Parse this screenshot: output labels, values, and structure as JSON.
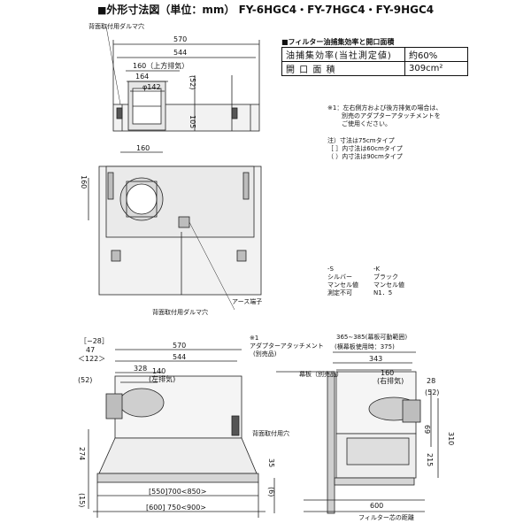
{
  "title": {
    "marker": "■",
    "label": "外形寸法図（単位：mm）",
    "models": "FY-6HGC4・FY-7HGC4・FY-9HGC4"
  },
  "spec_table": {
    "title": "■フィルター油捕集効率と開口面積",
    "rows": [
      {
        "label": "油捕集効率(当社測定値)",
        "value": "約60%"
      },
      {
        "label": "開 口 面 積",
        "value": "309cm²"
      }
    ]
  },
  "notes": {
    "note1": [
      "※1：左右側方および後方排気の場合は、",
      "別売のアダプターアタッチメントを",
      "ご使用ください。"
    ],
    "note2": [
      "注）寸法は75cmタイプ",
      "［ ］内寸法は60cmタイプ",
      "（ ）内寸法は90cmタイプ"
    ],
    "colors": {
      "col1": [
        "-S",
        "シルバー",
        "マンセル値",
        "測定不可"
      ],
      "col2": [
        "-K",
        "ブラック",
        "マンセル値",
        "N1．5"
      ]
    }
  },
  "top_view": {
    "label_rear_hole": "背面取付用ダルマ穴",
    "dims": {
      "w570": "570",
      "w544": "544",
      "w160": "160（上方排気）",
      "w164": "164",
      "phi142": "φ142",
      "h52": "(52)",
      "h105": "105"
    }
  },
  "plan_view": {
    "dims": {
      "w160": "160",
      "h160": "160"
    },
    "label_earth": "アース端子",
    "label_rear_hole": "背面取付用ダルマ穴"
  },
  "front_view": {
    "note_adapter": [
      "※1",
      "アダプターアタッチメント",
      "(別売品)"
    ],
    "dims": {
      "w570": "570",
      "w544": "544",
      "w328": "328",
      "br1": "［−28］",
      "br2": "47",
      "br3": "＜122＞",
      "w140": "140",
      "w140_note": "(左排気)",
      "h52": "(52)",
      "h274": "274",
      "h15": "(15)",
      "w700": "[550]700<850>",
      "w750": "[600] 750<900>"
    },
    "label_rear_hole": "背面取付用穴"
  },
  "side_view": {
    "range_label": "365∼385(幕板可動範囲)",
    "range_note": "(横幕板使用時：375)",
    "panel_label": "幕板（別売品）",
    "dims": {
      "w343": "343",
      "w160": "160",
      "w160_note": "(右排気)",
      "w28": "28",
      "h52": "(52)",
      "h69": "69",
      "h310": "310",
      "h215": "215",
      "h35": "35",
      "h6": "(6)",
      "w600": "600"
    },
    "filter_label": "フィルター芯の距離"
  },
  "colors": {
    "line": "#222222",
    "fill": "#f2f2f2",
    "mid": "#bdbdbd",
    "dark": "#555555"
  }
}
